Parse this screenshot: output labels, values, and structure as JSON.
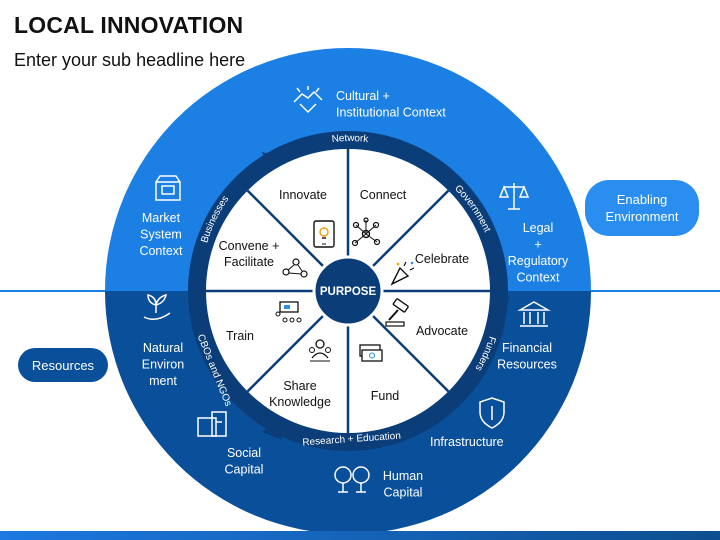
{
  "header": {
    "title": "LOCAL INNOVATION",
    "subtitle": "Enter your sub headline here"
  },
  "pills": {
    "enabling": "Enabling\nEnvironment",
    "resources": "Resources"
  },
  "center": {
    "label": "PURPOSE"
  },
  "segments": [
    {
      "label": "Innovate",
      "icon": "tablet-lightbulb-icon"
    },
    {
      "label": "Connect",
      "icon": "network-hub-icon"
    },
    {
      "label": "Celebrate",
      "icon": "party-popper-icon"
    },
    {
      "label": "Advocate",
      "icon": "gavel-icon"
    },
    {
      "label": "Fund",
      "icon": "money-stack-icon"
    },
    {
      "label": "Share\nKnowledge",
      "icon": "people-share-icon"
    },
    {
      "label": "Train",
      "icon": "training-board-icon"
    },
    {
      "label": "Convene +\nFacilitate",
      "icon": "people-connect-icon"
    }
  ],
  "ring_labels": {
    "network": "Network",
    "government": "Government",
    "funders": "Funders",
    "research": "Research + Education",
    "cbos": "CBOs and NGOs",
    "businesses": "Businesses"
  },
  "outer": [
    {
      "label": "Cultural +\nInstitutional Context",
      "icon": "handshake-icon"
    },
    {
      "label": "Legal\n+\nRegulatory\nContext",
      "icon": "scales-icon"
    },
    {
      "label": "Financial\nResources",
      "icon": "bank-icon"
    },
    {
      "label": "Infrastructure",
      "icon": "shield-icon"
    },
    {
      "label": "Human\nCapital",
      "icon": "people-dollar-icon"
    },
    {
      "label": "Social\nCapital",
      "icon": "money-bag-icon"
    },
    {
      "label": "Natural\nEnviron\nment",
      "icon": "plant-hand-icon"
    },
    {
      "label": "Market\nSystem\nContext",
      "icon": "market-stall-icon"
    }
  ],
  "colors": {
    "top_half": "#1b7fe3",
    "bottom_half": "#0a4f9a",
    "ring": "#0b3d78",
    "center": "#0b3d78",
    "pill_enabling": "#2a8ef0",
    "pill_resources": "#0a4f9a"
  }
}
